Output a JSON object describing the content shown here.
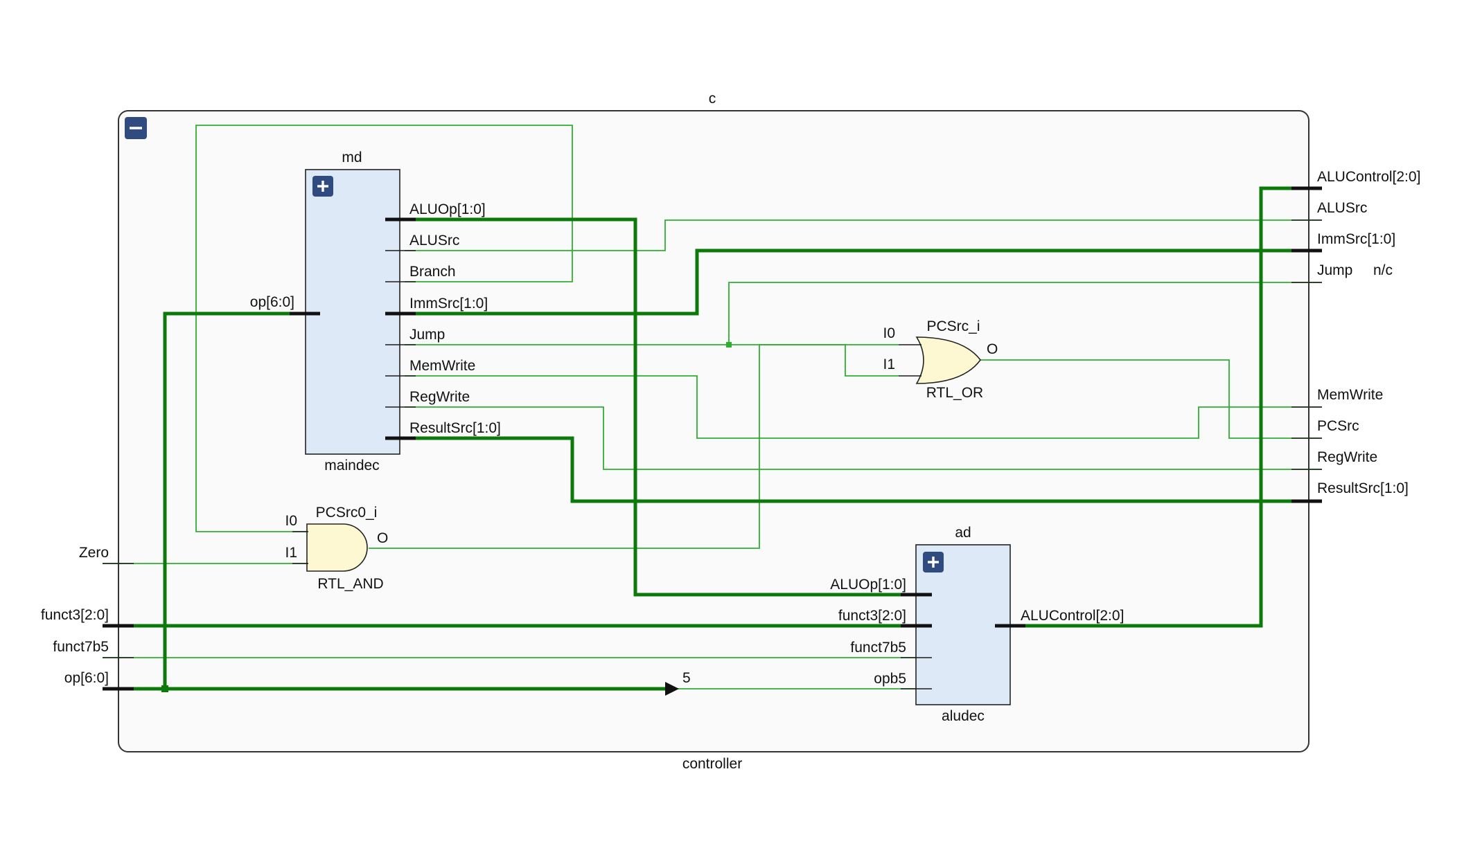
{
  "top_instance": {
    "name": "c",
    "module": "controller"
  },
  "top_ports_in": [
    "Zero",
    "funct3[2:0]",
    "funct7b5",
    "op[6:0]"
  ],
  "top_ports_out": [
    "ALUControl[2:0]",
    "ALUSrc",
    "ImmSrc[1:0]",
    "Jump",
    "MemWrite",
    "PCSrc",
    "RegWrite",
    "ResultSrc[1:0]"
  ],
  "top_port_notes": {
    "jump_nc": "n/c"
  },
  "maindec": {
    "instance": "md",
    "module": "maindec",
    "inputs": [
      "op[6:0]"
    ],
    "outputs": [
      "ALUOp[1:0]",
      "ALUSrc",
      "Branch",
      "ImmSrc[1:0]",
      "Jump",
      "MemWrite",
      "RegWrite",
      "ResultSrc[1:0]"
    ]
  },
  "aludec": {
    "instance": "ad",
    "module": "aludec",
    "inputs": [
      "ALUOp[1:0]",
      "funct3[2:0]",
      "funct7b5",
      "opb5"
    ],
    "outputs": [
      "ALUControl[2:0]"
    ]
  },
  "or_gate": {
    "instance": "PCSrc_i",
    "type": "RTL_OR",
    "in0": "I0",
    "in1": "I1",
    "out": "O"
  },
  "and_gate": {
    "instance": "PCSrc0_i",
    "type": "RTL_AND",
    "in0": "I0",
    "in1": "I1",
    "out": "O"
  },
  "bit_select_label": "5",
  "colors": {
    "wire": "#2fae2f",
    "bus": "#0b7a0b",
    "cell_fill": "#dde9f7",
    "gate_fill": "#fdf8d2",
    "button": "#2f4b80"
  },
  "buttons": {
    "collapse": "minus-icon",
    "expand": "plus-icon"
  }
}
